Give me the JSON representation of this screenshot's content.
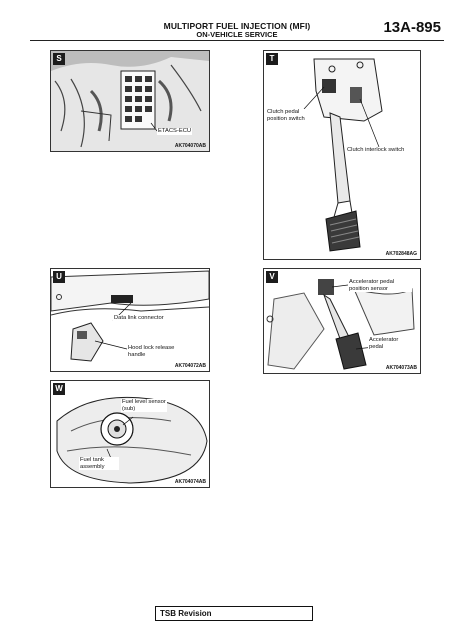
{
  "header": {
    "title": "MULTIPORT FUEL INJECTION (MFI)",
    "subtitle": "ON-VEHICLE SERVICE",
    "page_number": "13A-895"
  },
  "figures": [
    {
      "tag": "S",
      "code": "AK704070AB",
      "labels": [
        "ETACS-ECU"
      ]
    },
    {
      "tag": "T",
      "code": "AK702848AG",
      "labels": [
        "Clutch pedal position switch",
        "Clutch interlock switch"
      ]
    },
    {
      "tag": "U",
      "code": "AK704072AB",
      "labels": [
        "Data link connector",
        "Hood lock release handle"
      ]
    },
    {
      "tag": "V",
      "code": "AK704073AB",
      "labels": [
        "Accelerator pedal position sensor",
        "Accelerator pedal"
      ]
    },
    {
      "tag": "W",
      "code": "AK704074AB",
      "labels": [
        "Fuel level sensor (sub)",
        "Fuel tank assembly"
      ]
    }
  ],
  "footer": {
    "tsb_label": "TSB Revision"
  }
}
